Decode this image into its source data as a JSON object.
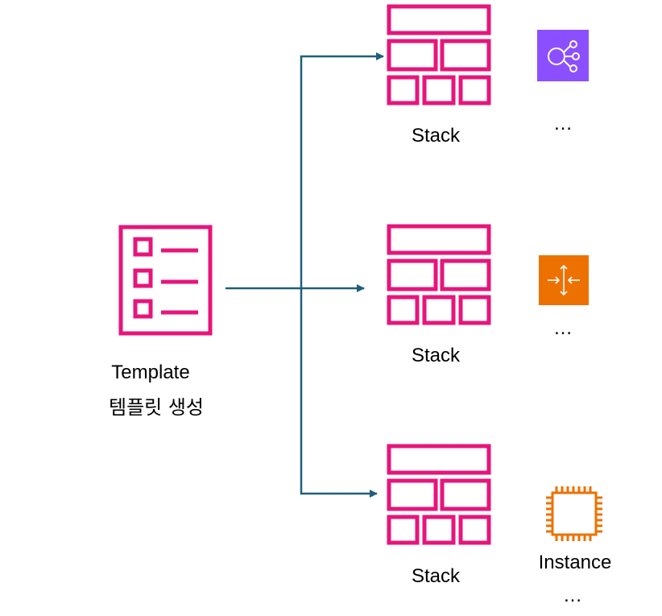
{
  "template": {
    "label": "Template",
    "sublabel": "템플릿 생성",
    "icon": "checklist-icon"
  },
  "stacks": [
    {
      "label": "Stack",
      "icon": "stack-icon",
      "resource": {
        "icon": "network-hub-icon",
        "label": "",
        "ellipsis": "…",
        "color": "#8C4FFF"
      }
    },
    {
      "label": "Stack",
      "icon": "stack-icon",
      "resource": {
        "icon": "load-balancer-icon",
        "label": "",
        "ellipsis": "…",
        "color": "#ED7100"
      }
    },
    {
      "label": "Stack",
      "icon": "stack-icon",
      "resource": {
        "icon": "instance-chip-icon",
        "label": "Instance",
        "ellipsis": "…",
        "color": "#ED7100"
      }
    }
  ],
  "colors": {
    "primary": "#E7157B",
    "arrow": "#1F5F7A"
  }
}
